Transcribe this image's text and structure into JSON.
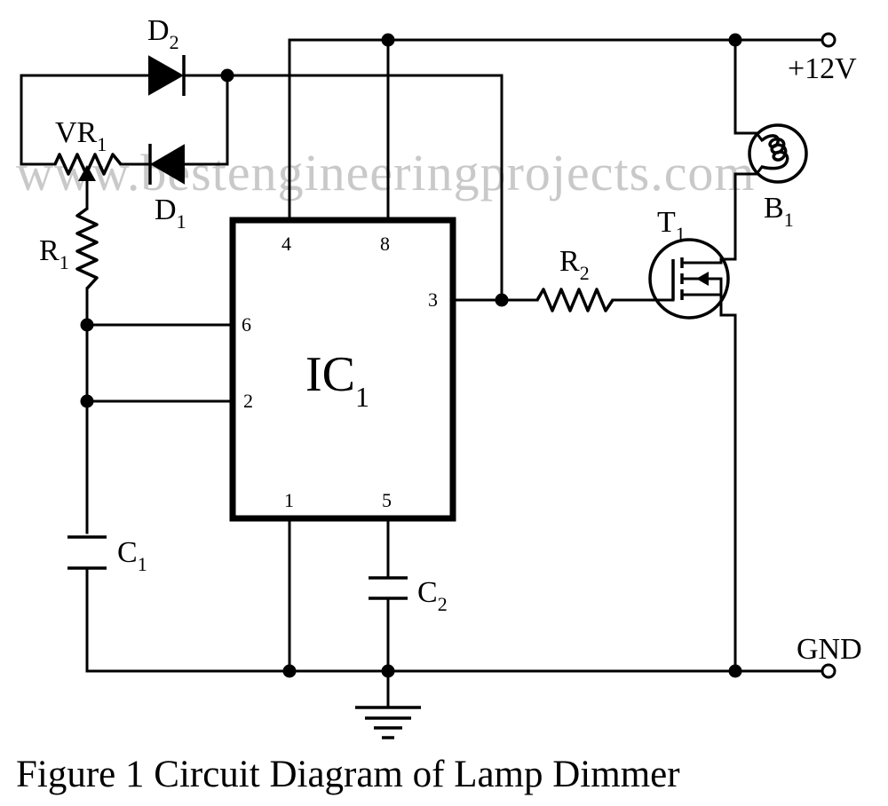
{
  "watermark": "www.bestengineeringprojects.com",
  "caption": "Figure 1 Circuit Diagram of Lamp Dimmer",
  "terminals": {
    "supply": "+12V",
    "ground": "GND"
  },
  "ic": {
    "name": "IC",
    "sub": "1",
    "pins": {
      "p4": "4",
      "p8": "8",
      "p3": "3",
      "p6": "6",
      "p2": "2",
      "p1": "1",
      "p5": "5"
    }
  },
  "components": {
    "d2": {
      "name": "D",
      "sub": "2"
    },
    "d1": {
      "name": "D",
      "sub": "1"
    },
    "vr1": {
      "name": "VR",
      "sub": "1"
    },
    "r1": {
      "name": "R",
      "sub": "1"
    },
    "r2": {
      "name": "R",
      "sub": "2"
    },
    "t1": {
      "name": "T",
      "sub": "1"
    },
    "b1": {
      "name": "B",
      "sub": "1"
    },
    "c1": {
      "name": "C",
      "sub": "1"
    },
    "c2": {
      "name": "C",
      "sub": "2"
    }
  }
}
